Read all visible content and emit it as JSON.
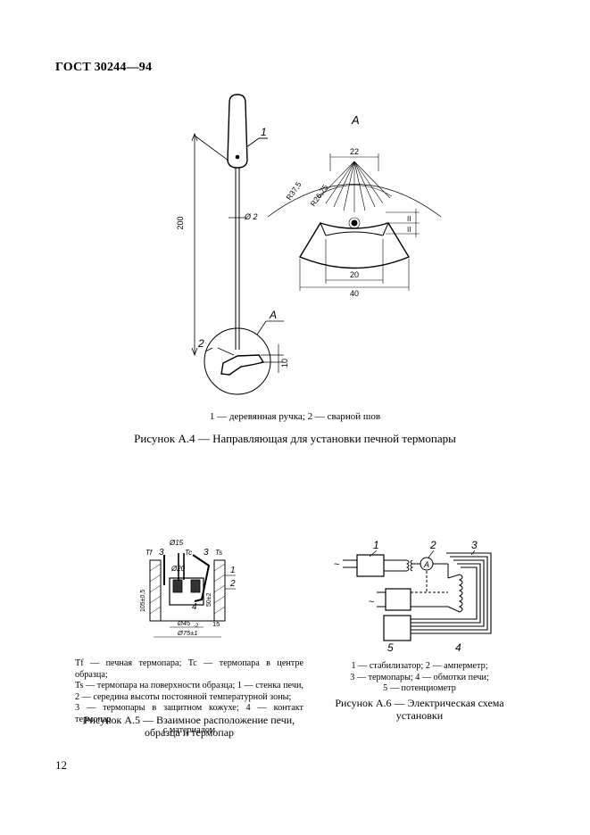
{
  "header": {
    "title": "ГОСТ 30244—94"
  },
  "figure_a4": {
    "view_label": "А",
    "callout_label": "А",
    "callouts": [
      "1",
      "2"
    ],
    "dimensions": {
      "length": "200",
      "diameter": "Ø 2",
      "height": "10",
      "radius_outer": "R37,5",
      "radius_inner": "R26,75",
      "top_width": "22",
      "mid_width": "20",
      "full_width": "40",
      "small_gap": "II"
    },
    "legend": "1 — деревянная ручка;  2 — сварной шов",
    "caption": "Рисунок А.4 — Направляющая для установки печной термопары"
  },
  "figure_a5": {
    "labels": {
      "d15": "Ø15",
      "d20": "Ø20",
      "t_f": "Tf",
      "t_c": "Tc",
      "t_s": "Ts",
      "n1": "1",
      "n2": "2",
      "n3a": "3",
      "n3b": "3",
      "n4": "4",
      "d45": "Ø45",
      "d45_tol": "-2",
      "d75": "Ø75±1",
      "h105": "105±0,5",
      "h50": "50±2",
      "w15": "15"
    },
    "legend": [
      "Tf — печная термопара;  Tc — термопара в центре образца;",
      "Ts — термопара на поверхности образца;  1 — стенка печи,",
      "2 — середина высоты постоянной температурной зоны;",
      "3 — термопары в защитном кожухе;  4 — контакт термопар",
      "с материалом"
    ],
    "caption": [
      "Рисунок А.5 — Взаимное расположение печи,",
      "образца и термопар"
    ]
  },
  "figure_a6": {
    "labels": {
      "n1": "1",
      "n2": "2",
      "n3": "3",
      "n4": "4",
      "n5": "5",
      "ammeter": "А",
      "ac1": "~",
      "ac2": "~"
    },
    "legend": [
      "1 — стабилизатор;  2 — амперметр;",
      "3 — термопары;  4 — обмотки печи;",
      "5 — потенциометр"
    ],
    "caption": [
      "Рисунок А.6 — Электрическая схема",
      "установки"
    ]
  },
  "page_number": "12"
}
